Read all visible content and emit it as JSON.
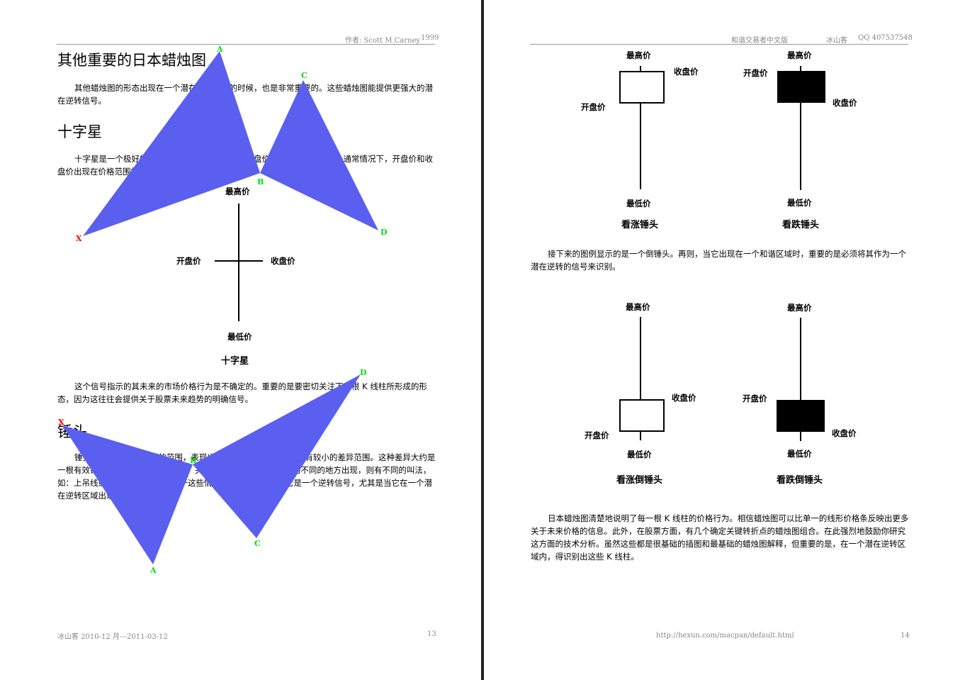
{
  "colors": {
    "pattern_fill": "#5a5ff0",
    "point_green": "#00dd00",
    "point_red": "#ff0000",
    "header_gray": "#888888"
  },
  "left": {
    "header": {
      "author": "作者: Scott M.Carney",
      "year": "1999"
    },
    "title1": "其他重要的日本蜡烛图",
    "para1": "其他蜡烛图的形态出现在一个潜在逆转区域的时候，也是非常重要的。这些蜡烛图能提供更强大的潜在逆转信号。",
    "title2": "十字星",
    "para2": "十字星是一个极好的潜在逆转信号。它出现时，开盘价和收盘价是相同的。通常情况下，开盘价和收盘价出现在价格范围的中间。",
    "doji": {
      "high": "最高价",
      "open": "开盘价",
      "close": "收盘价",
      "low": "最低价",
      "caption": "十字星"
    },
    "para3": "这个信号指示的其未来的市场价格行为是不确定的。重要的是要密切关注下一根 K 线柱所形成的形态，因为这往往会提供关于股票未来趋势的明确信号。",
    "title3": "锤头",
    "para4": "锤头 K 线柱有一段宽幅的范围，表现出的是开盘价和收盘价之间有较小的差异范围。这种差异大约是一根有效锤头 K 线柱总范围的 1 / 3。关于这个形态，它在图表上的不同的地方出现，则有不同的叫法，如：上吊线或射击之星。然而，对于这些情况，重要的是辨认出它是一个逆转信号，尤其是当它在一个潜在逆转区域出现时。",
    "pattern1_points": {
      "x": "X",
      "a": "A",
      "b": "B",
      "c": "C",
      "d": "D"
    },
    "pattern2_points": {
      "x": "X",
      "a": "A",
      "b": "B",
      "c": "C",
      "d": "D"
    },
    "footer": {
      "left": "冰山客  2010-12 月---2011-03-12",
      "page": "13"
    }
  },
  "right": {
    "header": {
      "title": "和谐交易者中文版",
      "author": "冰山客",
      "qq": "QQ   407537548"
    },
    "hammer_bull": {
      "high": "最高价",
      "close": "收盘价",
      "open": "开盘价",
      "low": "最低价",
      "caption": "看涨锤头"
    },
    "hammer_bear": {
      "high": "最高价",
      "open": "开盘价",
      "close": "收盘价",
      "low": "最低价",
      "caption": "看跌锤头"
    },
    "para1": "接下来的图例显示的是一个倒锤头。再则，当它出现在一个和谐区域时，重要的是必须将其作为一个潜在逆转的信号来识别。",
    "inv_bull": {
      "high": "最高价",
      "close": "收盘价",
      "open": "开盘价",
      "low": "最低价",
      "caption": "看涨倒锤头"
    },
    "inv_bear": {
      "high": "最高价",
      "open": "开盘价",
      "close": "收盘价",
      "low": "最低价",
      "caption": "看跌倒锤头"
    },
    "para2": "日本蜡烛图清楚地说明了每一根 K 线柱的价格行为。相信蜡烛图可以比单一的线形价格条反映出更多关于未来价格的信息。此外，在股票方面，有几个确定关键转折点的蜡烛图组合。在此强烈地鼓励你研究这方面的技术分析。虽然这些都是很基础的插图和最基础的蜡烛图解释，但重要的是，在一个潜在逆转区域内，得识别出这些 K 线柱。",
    "footer": {
      "url": "http://hexun.com/macpan/default.html",
      "page": "14"
    }
  }
}
